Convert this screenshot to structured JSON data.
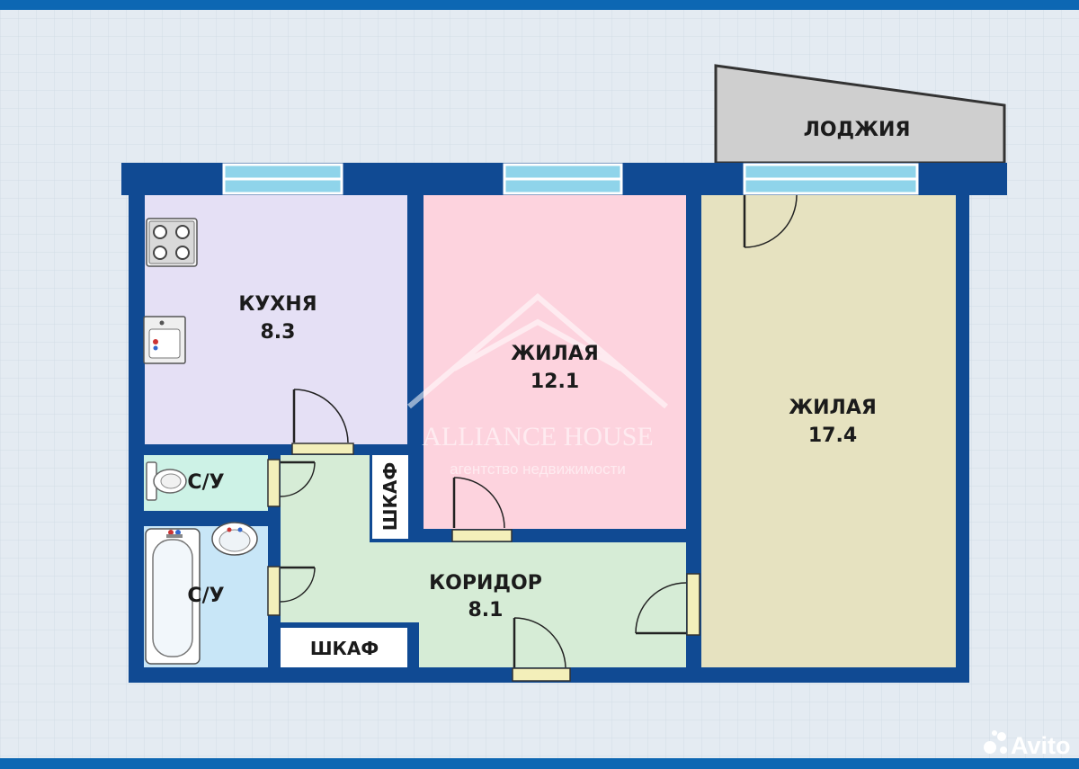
{
  "colors": {
    "background": "#e4ebf2",
    "grid": "#d2dce6",
    "frame": "#0d67b3",
    "wall": "#104a93",
    "kitchen": "#e5e0f5",
    "room1": "#fdd3de",
    "room2": "#e6e2c0",
    "corridor": "#d6ecd6",
    "wc": "#cdf2e6",
    "bath": "#c8e6f7",
    "loggia": "#cfcfcf",
    "closet": "#ffffff",
    "window_glass": "#8fd4ea",
    "door_frame": "#f3efba"
  },
  "rooms": {
    "kitchen": {
      "name": "КУХНЯ",
      "area": "8.3"
    },
    "living_small": {
      "name": "ЖИЛАЯ",
      "area": "12.1"
    },
    "living_large": {
      "name": "ЖИЛАЯ",
      "area": "17.4"
    },
    "corridor": {
      "name": "КОРИДОР",
      "area": "8.1"
    },
    "toilet": {
      "name": "С/У"
    },
    "bathroom": {
      "name": "С/У"
    },
    "closet_vertical": {
      "name": "ШКАФ"
    },
    "closet_horizontal": {
      "name": "ШКАФ"
    },
    "loggia": {
      "name": "ЛОДЖИЯ"
    }
  },
  "icons": [
    "stove-icon",
    "sink-icon",
    "toilet-icon",
    "bathtub-icon",
    "washbasin-icon",
    "door-swing-icon",
    "window-icon"
  ],
  "watermark": {
    "brand": "ALLIANCE HOUSE",
    "tagline": "агентство недвижимости"
  },
  "badge": {
    "text": "Avito"
  }
}
